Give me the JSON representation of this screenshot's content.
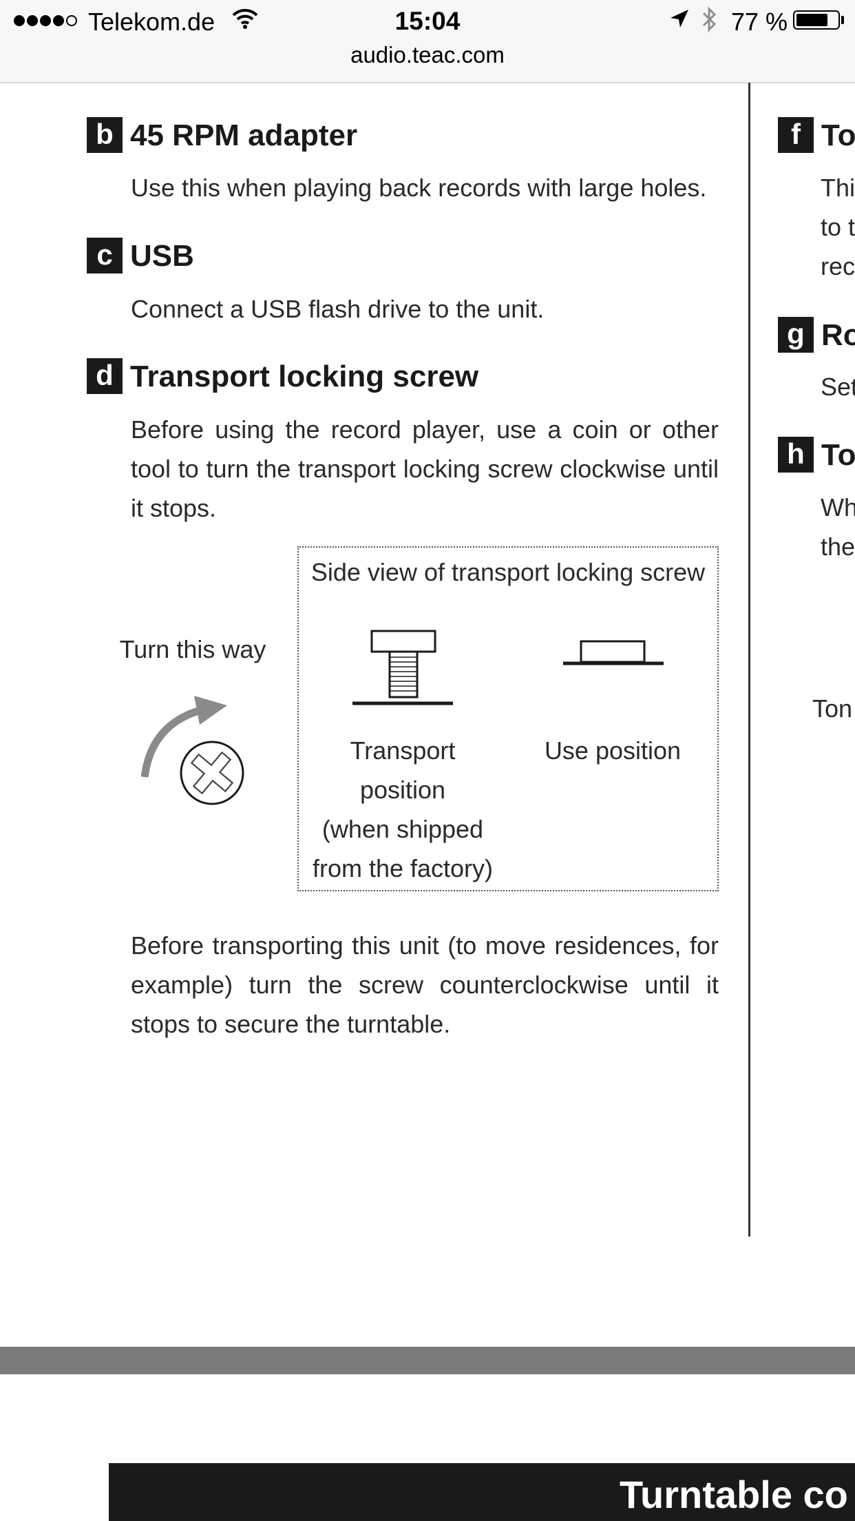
{
  "status_bar": {
    "carrier": "Telekom.de",
    "time": "15:04",
    "battery_pct": "77 %",
    "battery_level": 0.77,
    "url": "audio.teac.com",
    "icons": [
      "signal-dots-icon",
      "wifi-icon",
      "location-arrow-icon",
      "bluetooth-icon",
      "battery-icon"
    ]
  },
  "sections": {
    "b": {
      "letter": "b",
      "title": "45 RPM adapter",
      "text": "Use this when playing back records with large holes."
    },
    "c": {
      "letter": "c",
      "title": "USB",
      "text": "Connect a USB flash drive to the unit."
    },
    "d": {
      "letter": "d",
      "title": "Transport locking screw",
      "text": "Before using the record player, use a coin or other tool to turn the transport locking screw clockwise until it stops.",
      "after_text": "Before transporting this unit (to move residences, for example) turn the screw counterclockwise until it stops to secure the turntable."
    }
  },
  "figure": {
    "title": "Side view of transport locking screw",
    "turn_label": "Turn this way",
    "transport_caption": [
      "Transport",
      "position",
      "(when shipped",
      "from the factory)"
    ],
    "use_caption": "Use position"
  },
  "right_column": {
    "f_letter": "f",
    "f_title": "To",
    "f_lines": [
      "Thi",
      "to t",
      "rec"
    ],
    "g_letter": "g",
    "g_title": "Ro",
    "g_lines": [
      "Set"
    ],
    "h_letter": "h",
    "h_title": "To",
    "h_lines": [
      "Wh",
      "the"
    ],
    "figure_label": "Ton"
  },
  "footer": {
    "bar_title": "Turntable co"
  }
}
